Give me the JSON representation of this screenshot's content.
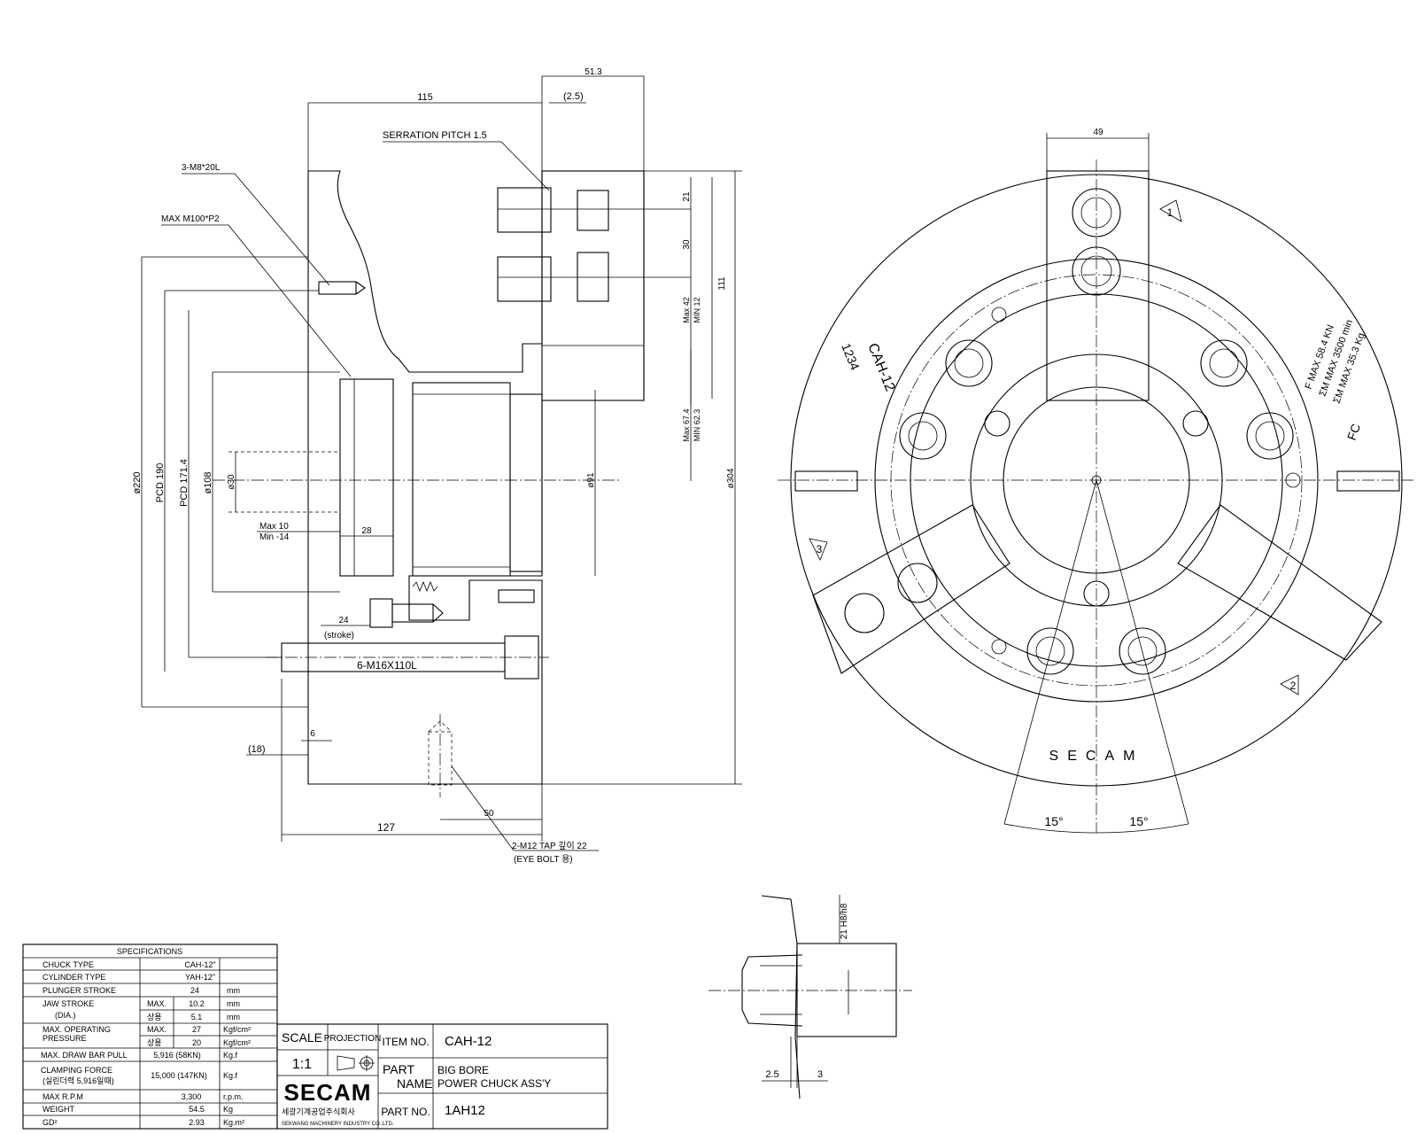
{
  "side_view": {
    "dims": {
      "d51_3": "51.3",
      "d115": "115",
      "d2_5": "(2.5)",
      "serration": "SERRATION PITCH 1.5",
      "m8": "3-M8*20L",
      "m100": "MAX M100*P2",
      "d21": "21",
      "d30": "30",
      "max42": "Max 42",
      "min12": "MIN 12",
      "d111": "111",
      "max67": "Max 67.4",
      "min62": "MIN 62.3",
      "d304": "ø304",
      "d91": "ø91",
      "d220": "ø220",
      "pcd190": "PCD 190",
      "pcd171": "PCD 171.4",
      "d108": "ø108",
      "d30b": "ø30",
      "max10": "Max  10",
      "min14": "Min  -14",
      "d28": "28",
      "d24": "24",
      "stroke": "(stroke)",
      "m16": "6-M16X110L",
      "d6": "6",
      "d18": "(18)",
      "d50": "50",
      "d127": "127",
      "m12": "2-M12 TAP 깊이 22",
      "eyebolt": "(EYE BOLT 용)"
    }
  },
  "front_view": {
    "d49": "49",
    "model": "CAH-12",
    "serial": "1234",
    "spec1": "F MAX 58.4 KN",
    "spec2": "ΣM MAX 3500 min",
    "spec3": "ΣM MAX 35.3 Kg",
    "spec4": "FC",
    "jaw1": "1",
    "jaw2": "2",
    "jaw3": "3",
    "brand": "SECAM",
    "angle1": "15°",
    "angle2": "15°"
  },
  "detail": {
    "d21h8": "21 H8/h8",
    "d2_5": "2.5",
    "d3": "3"
  },
  "specs": {
    "title": "SPECIFICATIONS",
    "rows": [
      {
        "label": "CHUCK TYPE",
        "sub": "",
        "value": "CAH-12\"",
        "unit": ""
      },
      {
        "label": "CYLINDER TYPE",
        "sub": "",
        "value": "YAH-12\"",
        "unit": ""
      },
      {
        "label": "PLUNGER STROKE",
        "sub": "",
        "value": "24",
        "unit": "mm"
      },
      {
        "label": "JAW STROKE",
        "sub": "MAX.",
        "value": "10.2",
        "unit": "mm"
      },
      {
        "label": "(DIA.)",
        "sub": "상용",
        "value": "5.1",
        "unit": "mm"
      },
      {
        "label": "MAX. OPERATING",
        "sub": "MAX.",
        "value": "27",
        "unit": "Kgf/cm²"
      },
      {
        "label": "PRESSURE",
        "sub": "상용",
        "value": "20",
        "unit": "Kgf/cm²"
      },
      {
        "label": "MAX. DRAW BAR PULL",
        "sub": "",
        "value": "5,916 (58KN)",
        "unit": "Kg.f"
      },
      {
        "label": "CLAMPING FORCE",
        "sub": "",
        "value": "15,000 (147KN)",
        "unit": "Kg.f"
      },
      {
        "label": "(실린더력 5,916일때)",
        "sub": "",
        "value": "",
        "unit": ""
      },
      {
        "label": "MAX R.P.M",
        "sub": "",
        "value": "3,300",
        "unit": "r.p.m."
      },
      {
        "label": "WEIGHT",
        "sub": "",
        "value": "54.5",
        "unit": "Kg"
      },
      {
        "label": "GD²",
        "sub": "",
        "value": "2.93",
        "unit": "Kg.m²"
      }
    ]
  },
  "title_block": {
    "scale_label": "SCALE",
    "projection_label": "PROJECTION",
    "scale_value": "1:1",
    "item_label": "ITEM NO.",
    "item_value": "CAH-12",
    "part_label1": "PART",
    "part_label2": "NAME",
    "part_name1": "BIG BORE",
    "part_name2": "POWER CHUCK ASS'Y",
    "part_no_label": "PART NO.",
    "part_no_value": "1AH12",
    "logo": "SECAM",
    "company_kr": "세광기계공업주식회사",
    "company_en": "SEKWANG MACHINERY INDUSTRY CO.,LTD."
  }
}
